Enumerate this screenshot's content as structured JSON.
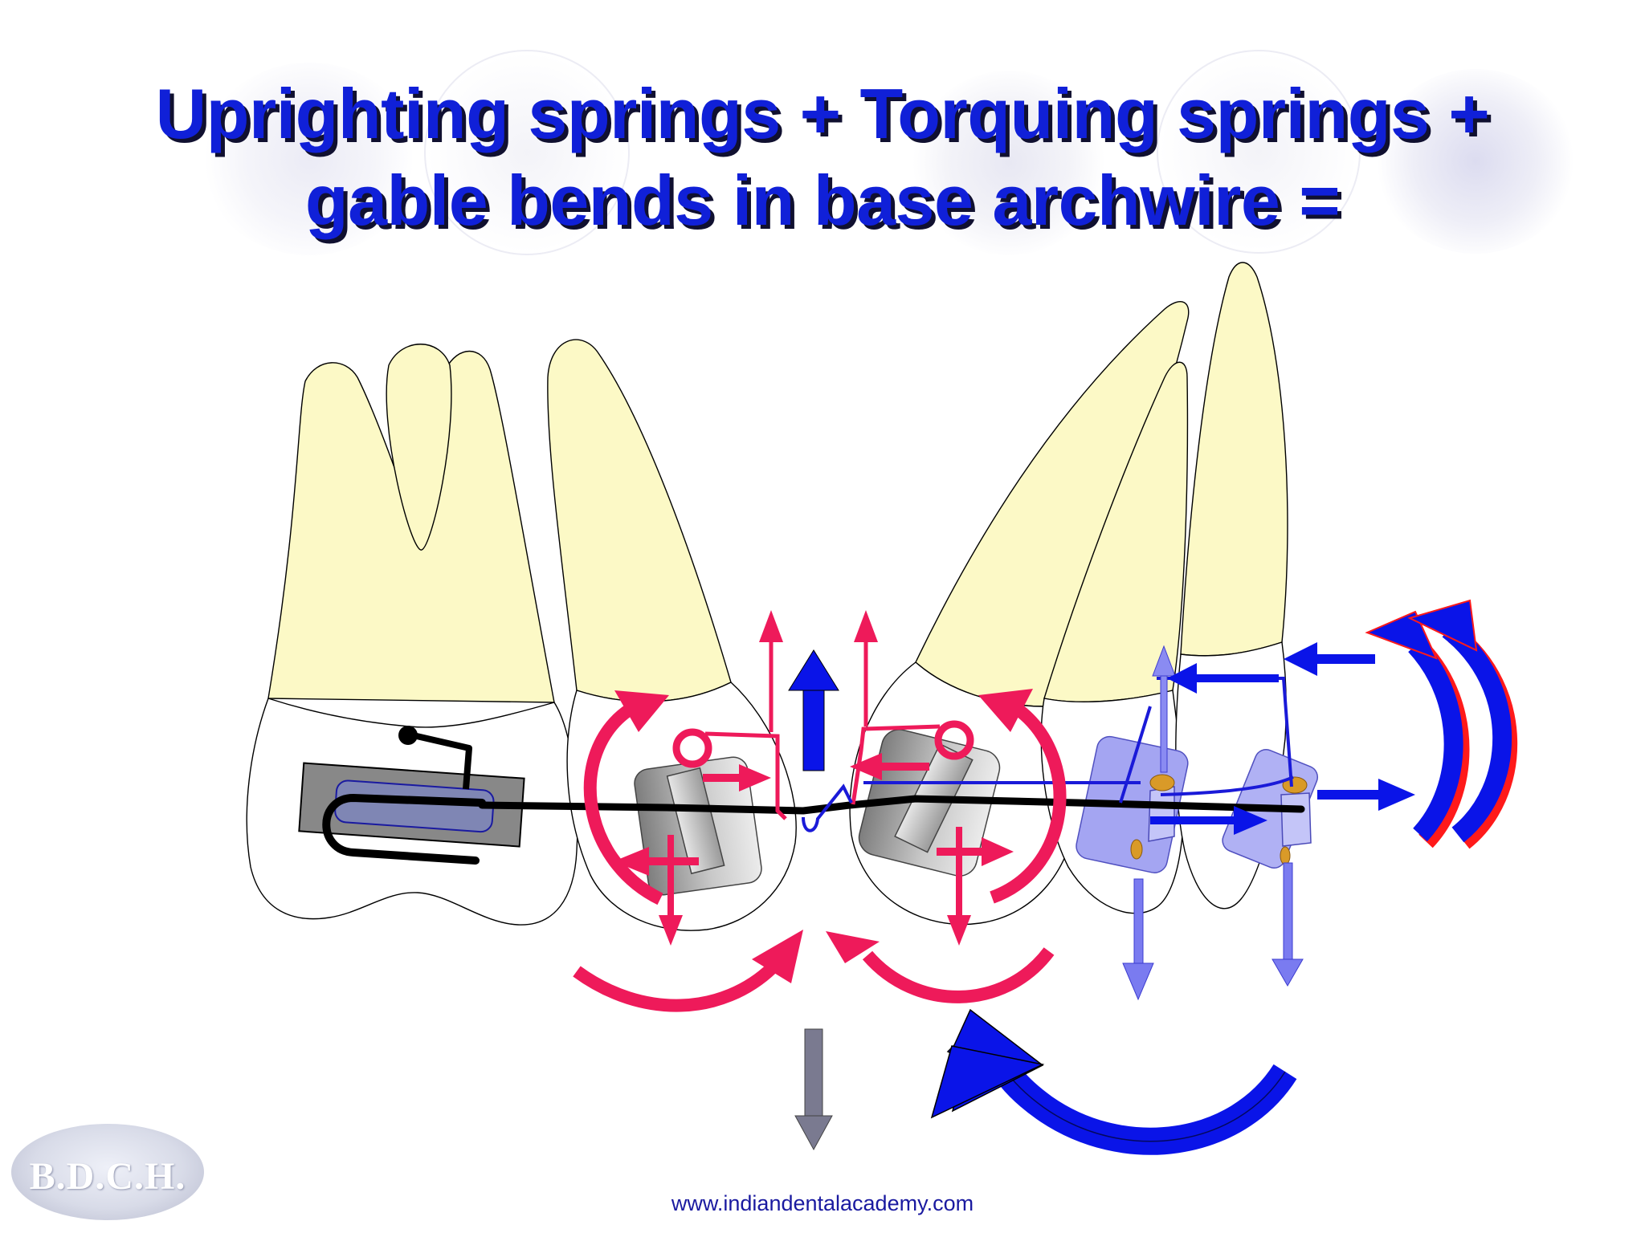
{
  "slide": {
    "title_line1": "Uprighting springs + Torquing springs +",
    "title_line2": "gable bends in base archwire ="
  },
  "footer": {
    "website": "www.indiandentalacademy.com"
  },
  "logo": {
    "text": "B.D.C.H."
  },
  "colors": {
    "title": "#1020d8",
    "title_shadow": "#101030",
    "tooth_crown": "#fcf9c6",
    "tooth_root": "#ffffff",
    "force_pink": "#ee1a5a",
    "force_blue": "#0a14e8",
    "force_light_blue": "#6f70ee",
    "force_gray": "#7a7a90",
    "archwire": "#000000",
    "bracket_gray": "#909090"
  },
  "icons": {
    "pink_arrows": "pink-force-arrow-icon",
    "blue_arrows": "blue-force-arrow-icon",
    "curved_arrows": "curved-moment-arrow-icon"
  }
}
